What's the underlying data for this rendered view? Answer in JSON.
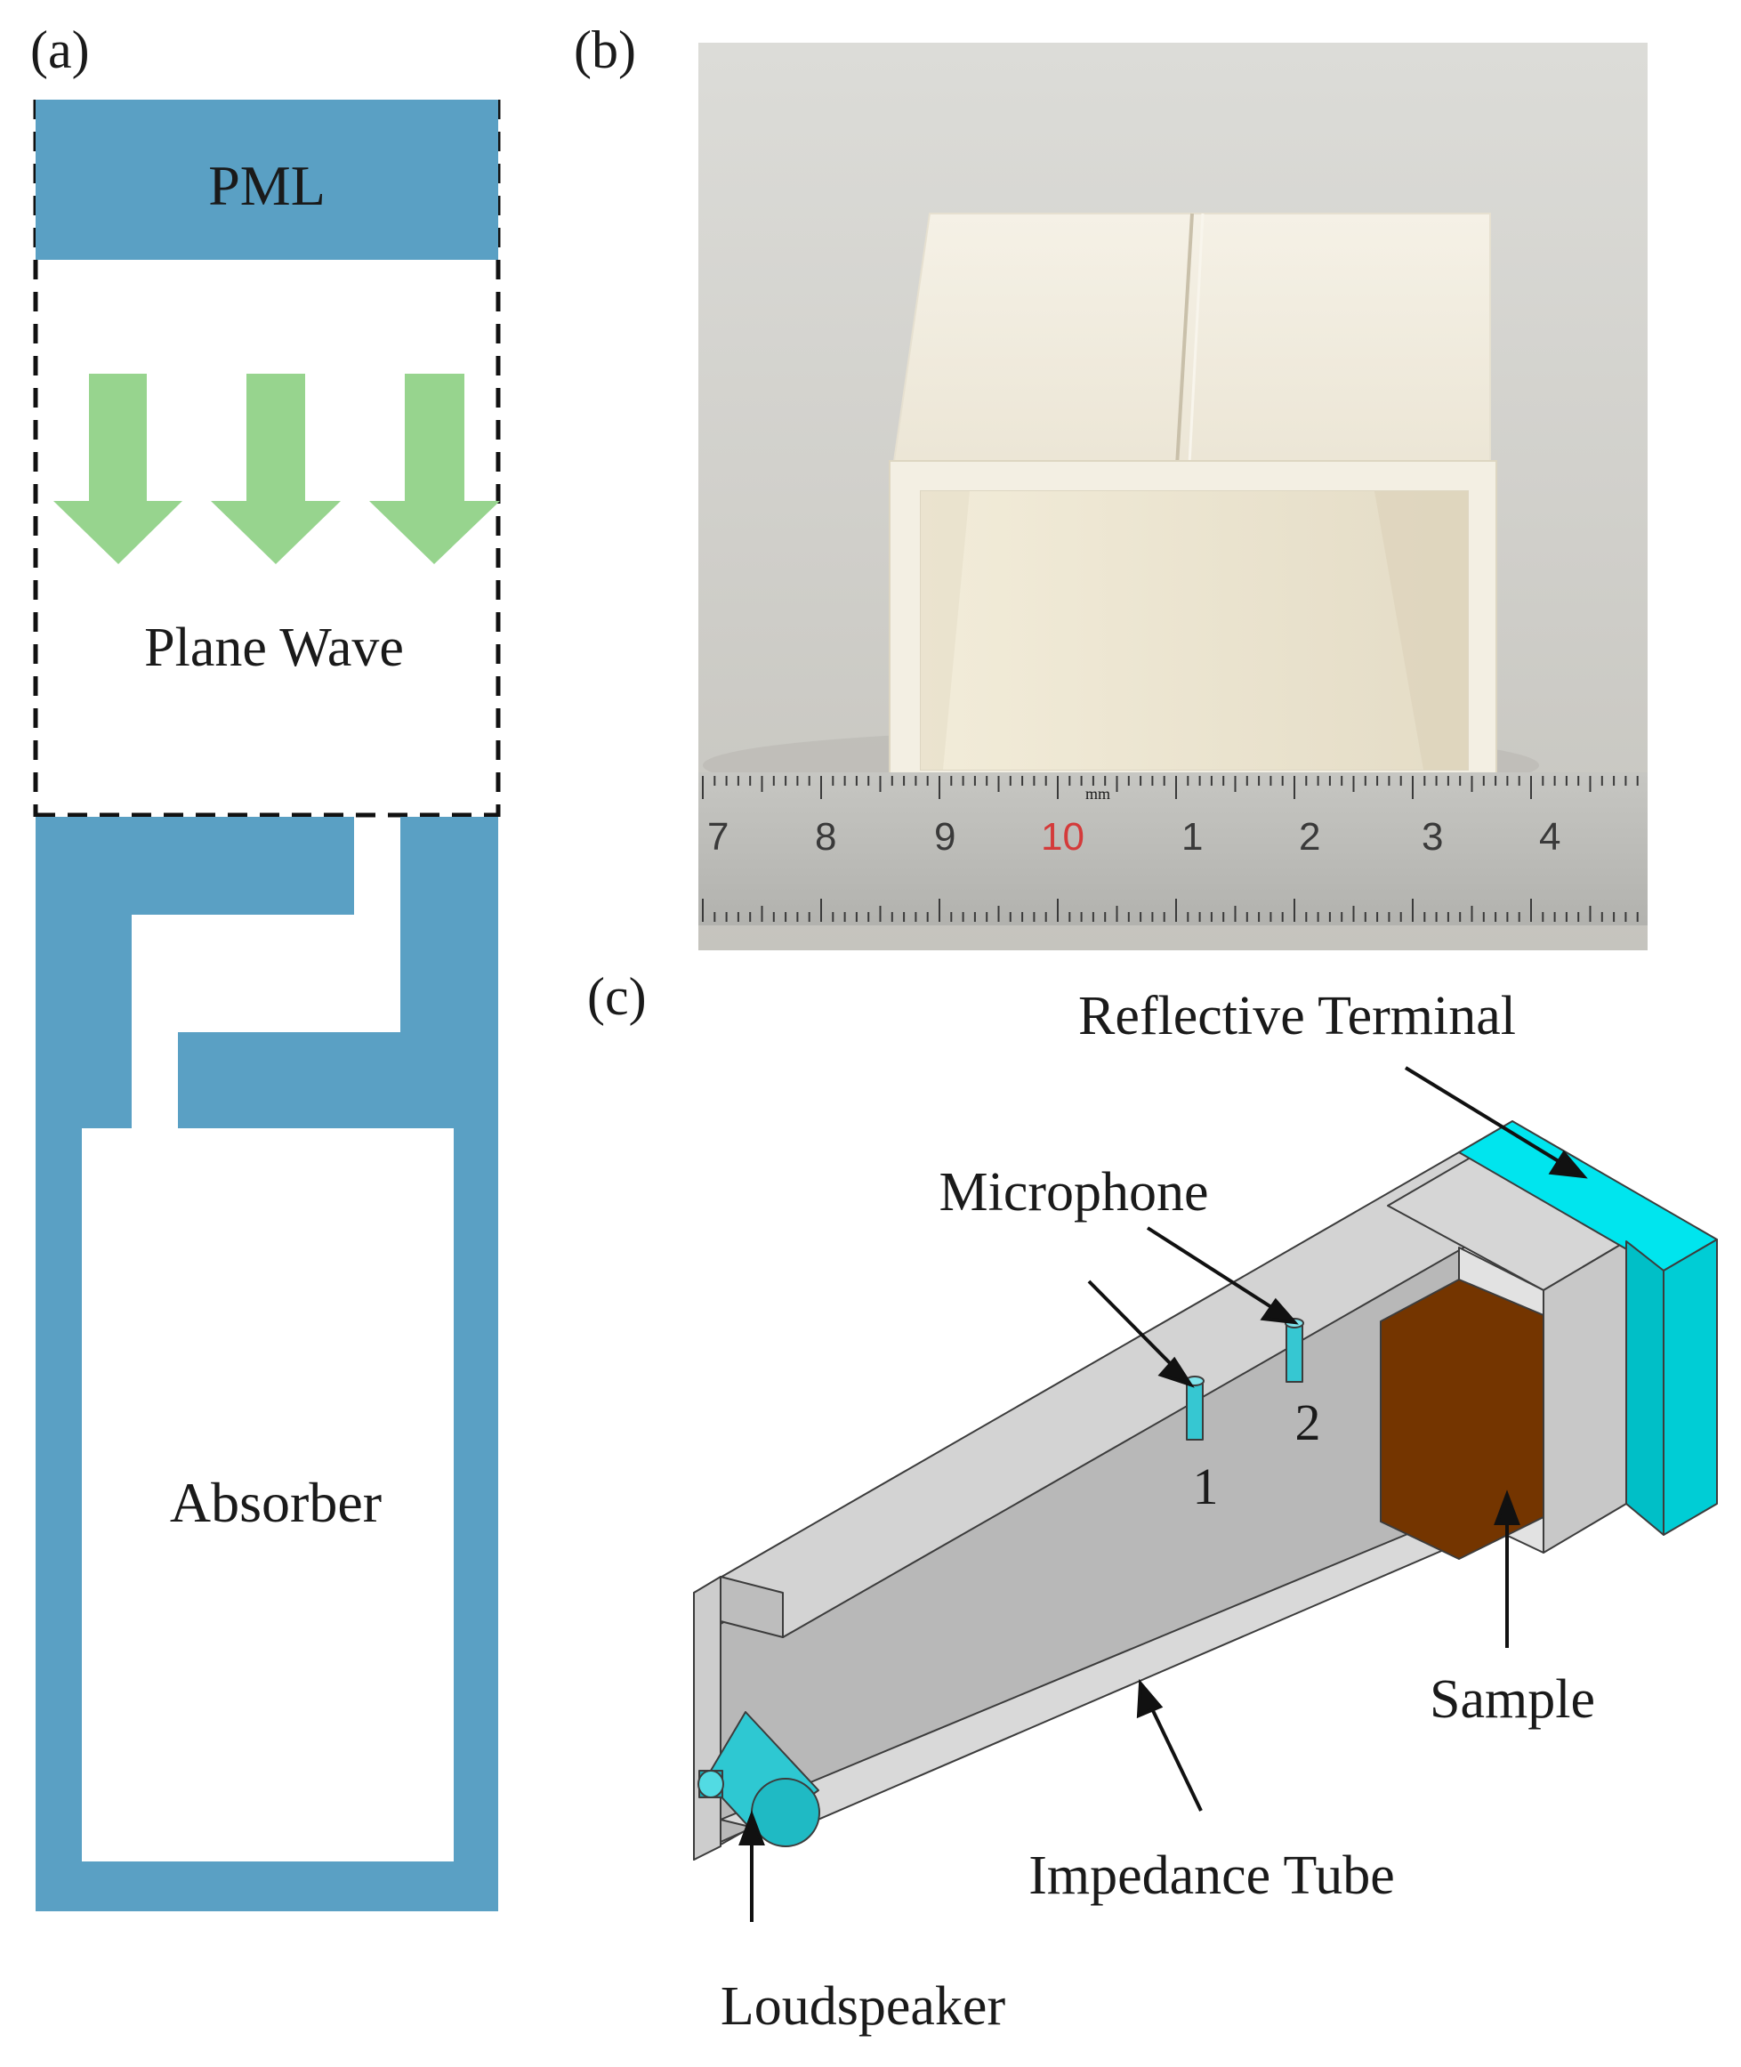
{
  "panels": {
    "a": {
      "label": "(a)",
      "pml_label": "PML",
      "plane_wave_label": "Plane Wave",
      "absorber_label": "Absorber"
    },
    "b": {
      "label": "(b)",
      "ruler_ticks": [
        "7",
        "8",
        "9",
        "10",
        "1",
        "2",
        "3",
        "4"
      ],
      "ruler_unit": "mm"
    },
    "c": {
      "label": "(c)",
      "reflective_terminal_label": "Reflective Terminal",
      "microphone_label": "Microphone",
      "mic1_label": "1",
      "mic2_label": "2",
      "sample_label": "Sample",
      "impedance_tube_label": "Impedance Tube",
      "loudspeaker_label": "Loudspeaker"
    }
  },
  "colors": {
    "absorber_blue": "#5aa0c4",
    "arrow_green": "#97d48e",
    "cyan": "#00e5ee",
    "sample_brown": "#743500",
    "tube_gray": "#cfcfcf"
  }
}
